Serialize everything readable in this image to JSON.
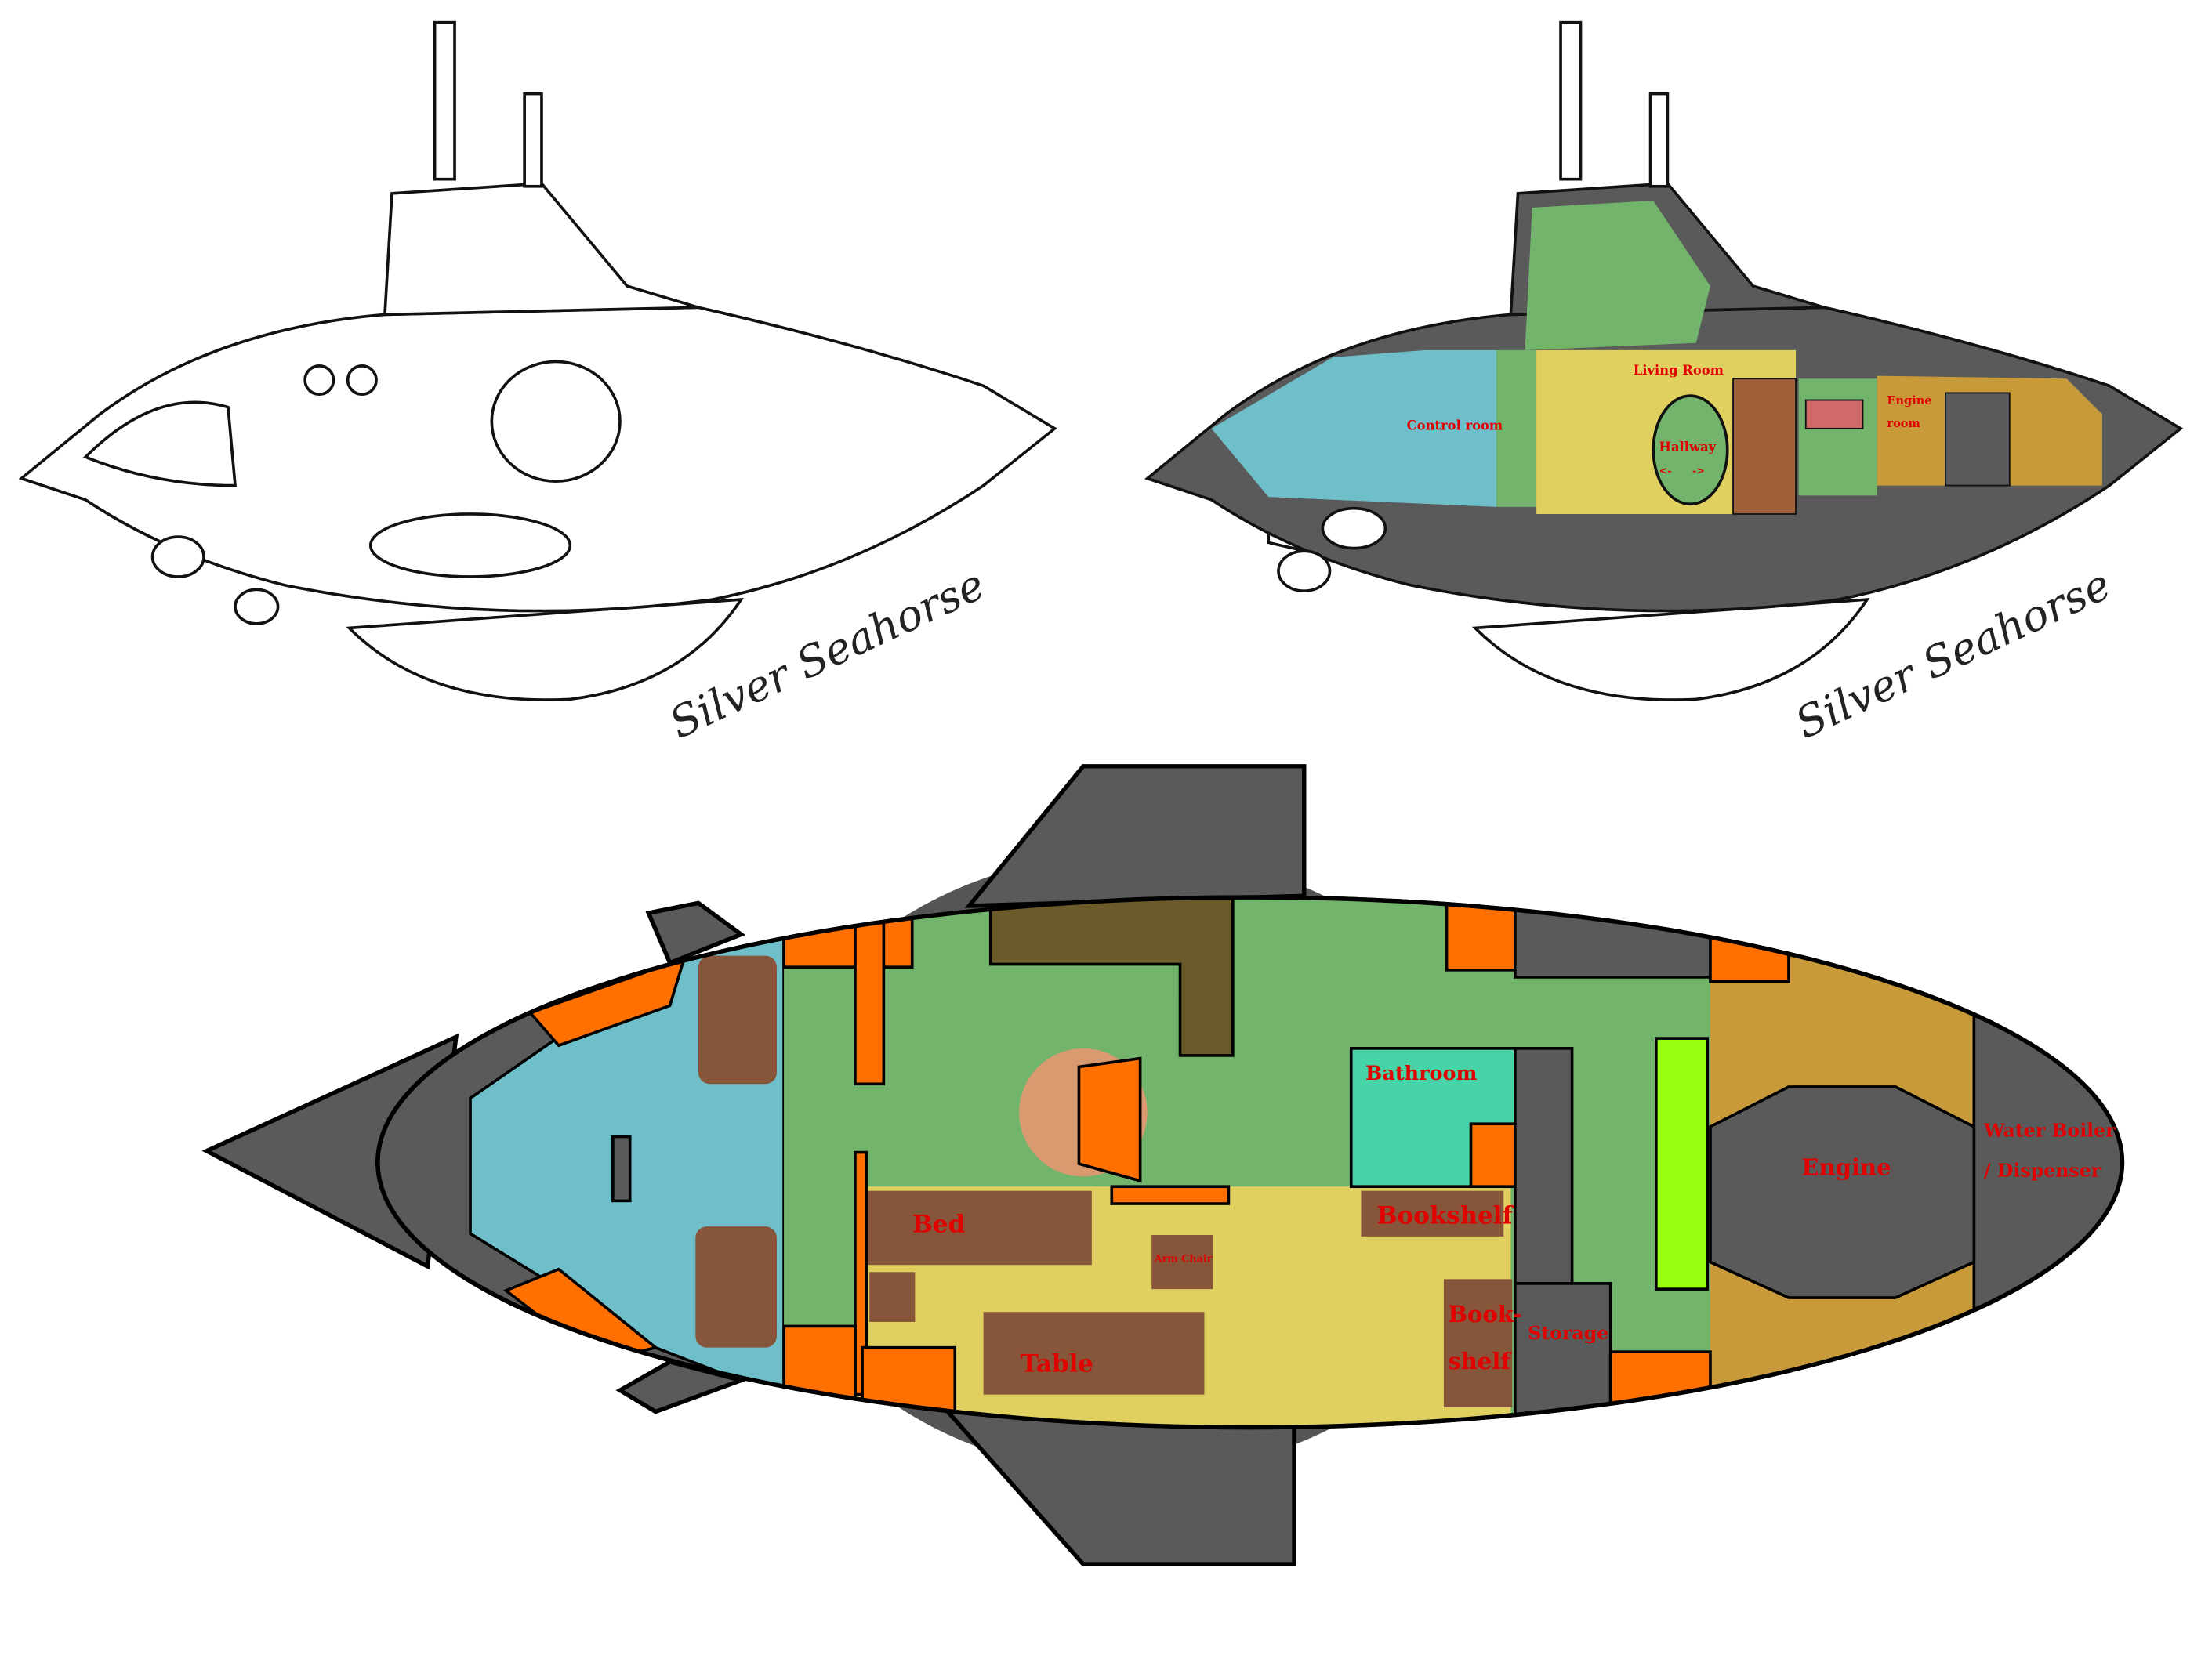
{
  "colors": {
    "hull": "#5a5a5a",
    "control": "#6fbfca",
    "living": "#e0d060",
    "green": "#72b46c",
    "engine": "#c89a3a",
    "furniture": "#87553a",
    "orange": "#ff7000",
    "bathroom": "#46d4a8",
    "lime": "#99ff11",
    "label": "#e00000"
  },
  "side_views": {
    "signature": "Silver Seahorse",
    "labels": {
      "control_room": "Control room",
      "living_room": "Living Room",
      "hallway": "Hallway",
      "arrows": "<-      ->",
      "engine": "Engine",
      "room": "room"
    }
  },
  "floor_plan": {
    "labels": {
      "bathroom": "Bathroom",
      "bookshelf": "Bookshelf",
      "bed": "Bed",
      "arm_chair": "Arm Chair",
      "table": "Table",
      "bookshelf2_a": "Book-",
      "bookshelf2_b": "shelf",
      "storage": "Storage",
      "engine": "Engine",
      "water_boiler_a": "Water Boiler",
      "water_boiler_b": "/ Dispenser"
    }
  }
}
